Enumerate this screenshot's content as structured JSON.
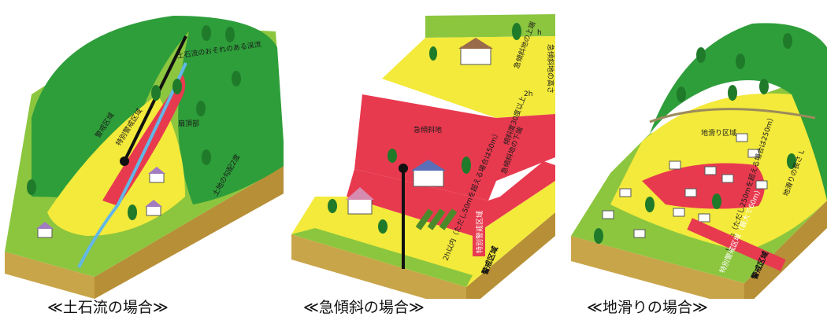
{
  "colors": {
    "forest": "#2e9e3a",
    "grass": "#8cc63f",
    "yellow_zone": "#f3ea3b",
    "red_zone": "#e83a4f",
    "soil": "#c9a54a",
    "ink": "#111111"
  },
  "panels": [
    {
      "caption": "≪土石流の場合≫",
      "labels": {
        "stream": "土石流のおそれのある渓流",
        "caution": "警戒区域",
        "special": "特別警戒区域",
        "fan": "扇頂部",
        "grade": "土地の勾配2度"
      }
    },
    {
      "caption": "≪急傾斜の場合≫",
      "labels": {
        "steep": "急傾斜地",
        "height": "急傾斜地の高さ",
        "top": "急傾斜地の上端",
        "slope": "傾斜度30度以上",
        "bottom": "急傾斜地の下端",
        "h": "h",
        "twoh": "2h",
        "rule": "2h以内（ただし50mを超える場合は50m）",
        "special": "特別警戒区域",
        "caution": "警戒区域"
      }
    },
    {
      "caption": "≪地滑りの場合≫",
      "labels": {
        "area": "地滑り区域",
        "length": "地滑りの長さ L",
        "rule": "L以内（ただし250mを超える場合は250m）",
        "special": "特別警戒区域（最大で60m）",
        "caution": "警戒区域"
      }
    }
  ]
}
